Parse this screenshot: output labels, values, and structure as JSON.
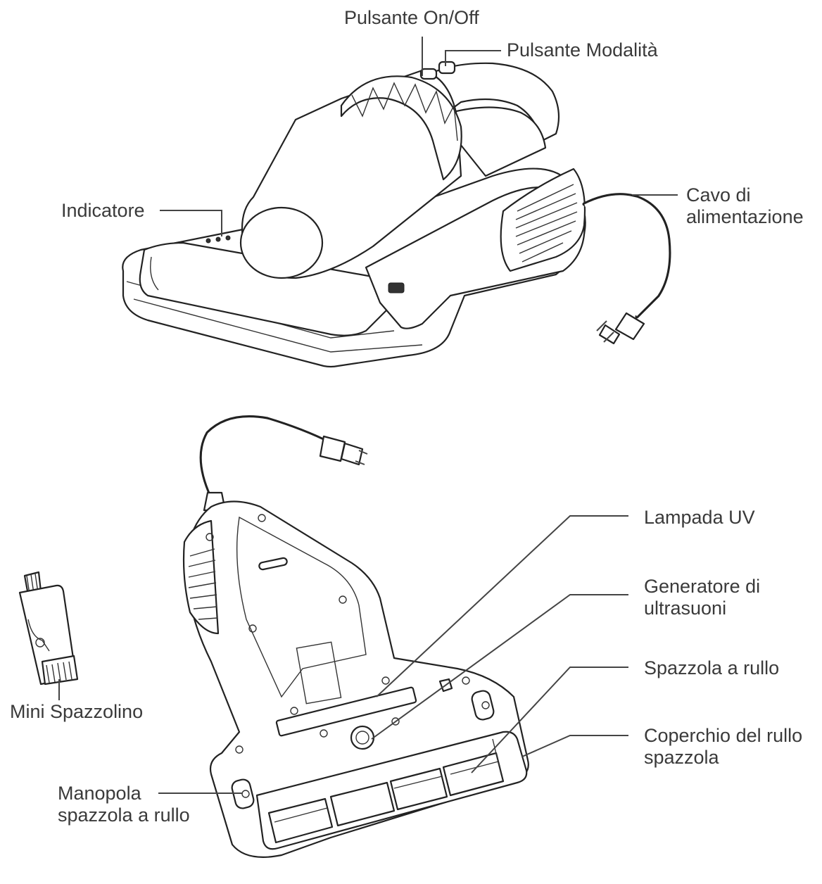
{
  "labels": {
    "on_off": "Pulsante On/Off",
    "mode": "Pulsante Modalità",
    "indicator": "Indicatore",
    "cable_l1": "Cavo di",
    "cable_l2": "alimentazione",
    "uv": "Lampada UV",
    "ultra_l1": "Generatore di",
    "ultra_l2": "ultrasuoni",
    "roller": "Spazzola a rullo",
    "cover_l1": "Coperchio del rullo",
    "cover_l2": "spazzola",
    "knob_l1": "Manopola",
    "knob_l2": "spazzola a rullo",
    "mini_brush": "Mini Spazzolino"
  },
  "colors": {
    "line": "#444444",
    "text": "#3a3a3a",
    "background": "#ffffff"
  }
}
